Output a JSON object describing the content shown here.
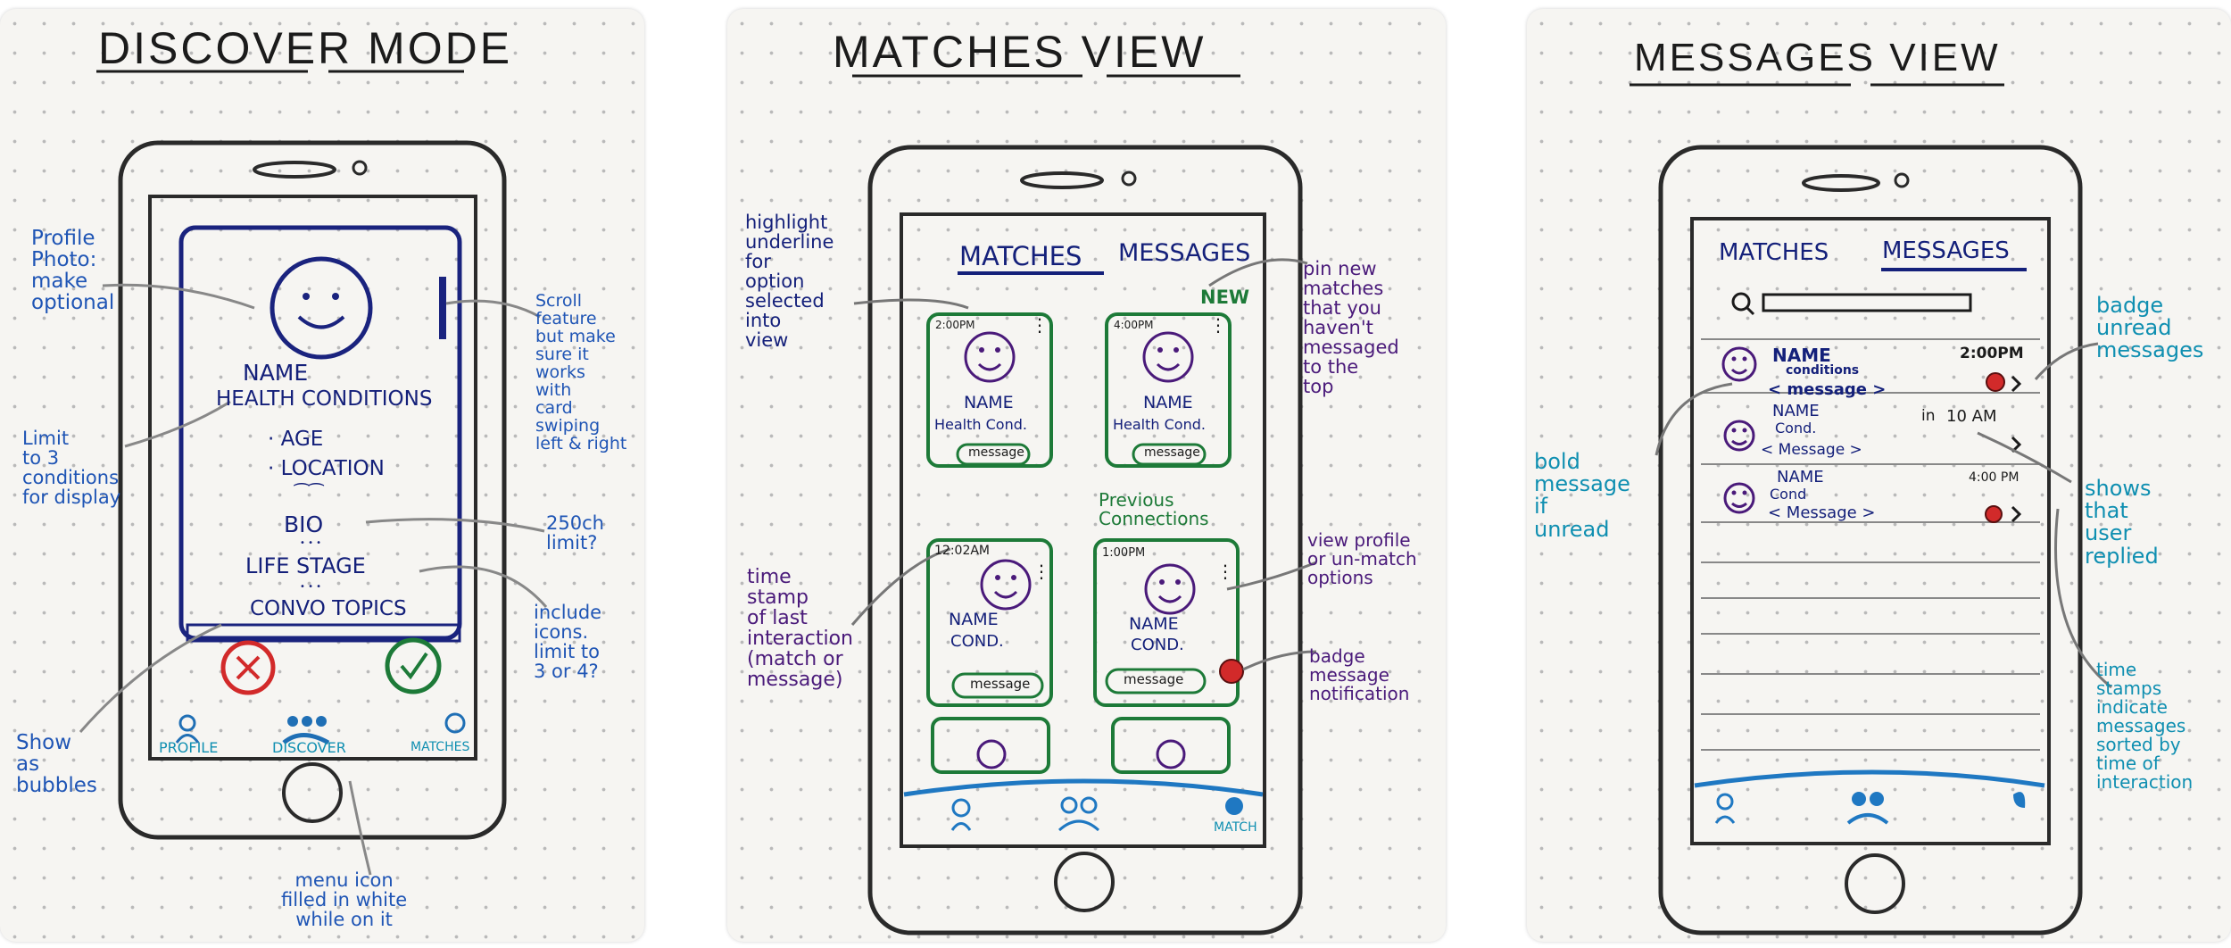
{
  "sheets": {
    "discover": {
      "title": "DISCOVER MODE",
      "card": {
        "name": "NAME",
        "health_conditions": "HEALTH CONDITIONS",
        "age": "· AGE",
        "location": "· LOCATION",
        "location_dots": "⁀⁀",
        "bio": "BIO",
        "bio_dots": "• • •",
        "life_stage": "LIFE STAGE",
        "life_stage_dots": "• • •",
        "convo_topics": "CONVO TOPICS"
      },
      "nav": {
        "profile": "PROFILE",
        "discover": "DISCOVER",
        "matches": "MATCHES"
      },
      "annotations": {
        "profile_photo": "Profile\nPhoto:\nmake\noptional",
        "limit_conditions": "Limit\nto 3\nconditions\nfor display",
        "show_bubbles": "Show\nas\nbubbles",
        "scroll_feature": "Scroll\nfeature\nbut make\nsure it\nworks\nwith\ncard\nswiping\nleft & right",
        "char_limit": "250ch\nlimit?",
        "include_icons": "include\nicons.\nlimit to\n3 or 4?",
        "menu_icon": "menu icon\nfilled in white\nwhile on it"
      }
    },
    "matches": {
      "title": "MATCHES VIEW",
      "tabs": {
        "matches": "MATCHES",
        "messages": "MESSAGES"
      },
      "new_label": "NEW",
      "previous_connections": "Previous\nConnections",
      "cards": [
        {
          "time": "2:00PM",
          "name": "NAME",
          "condition": "Health Cond.",
          "button": "message",
          "dots": "⋮"
        },
        {
          "time": "4:00PM",
          "name": "NAME",
          "condition": "Health Cond.",
          "button": "message",
          "dots": "⋮"
        },
        {
          "time": "12:02AM",
          "name": "NAME",
          "condition": "COND.",
          "button": "message",
          "dots": "⋮"
        },
        {
          "time": "1:00PM",
          "name": "NAME",
          "condition": "COND.",
          "button": "message",
          "dots": "⋮"
        }
      ],
      "nav": {
        "match": "MATCH"
      },
      "annotations": {
        "highlight_underline": "highlight\nunderline\nfor\noption\nselected\ninto\nview",
        "pin_new": "pin new\nmatches\nthat you\nhaven't\nmessaged\nto the\ntop",
        "view_profile": "view profile\nor un-match\noptions",
        "time_stamp": "time\nstamp\nof last\ninteraction\n(match or\nmessage)",
        "badge_notification": "badge\nmessage\nnotification"
      }
    },
    "messages": {
      "title": "MESSAGES VIEW",
      "tabs": {
        "matches": "MATCHES",
        "messages": "MESSAGES"
      },
      "rows": [
        {
          "name": "NAME",
          "condition": "conditions",
          "message": "< message >",
          "time": "2:00PM"
        },
        {
          "name": "NAME",
          "condition": "Cond.",
          "message": "< Message >",
          "time": "10 AM",
          "time_prefix": "in"
        },
        {
          "name": "NAME",
          "condition": "Cond",
          "message": "< Message >",
          "time": "4:00 PM"
        }
      ],
      "annotations": {
        "badge_unread": "badge\nunread\nmessages",
        "bold_message": "bold\nmessage\nif\nunread",
        "shows_replied": "shows\nthat\nuser\nreplied",
        "time_stamps": "time\nstamps\nindicate\nmessages\nsorted by\ntime of\ninteraction"
      }
    }
  },
  "colors": {
    "navy": "#14207a",
    "blue": "#1f55b5",
    "purple": "#4a1a7a",
    "teal": "#0f8fb1",
    "green": "#1d7a38",
    "red": "#d22a2a"
  }
}
